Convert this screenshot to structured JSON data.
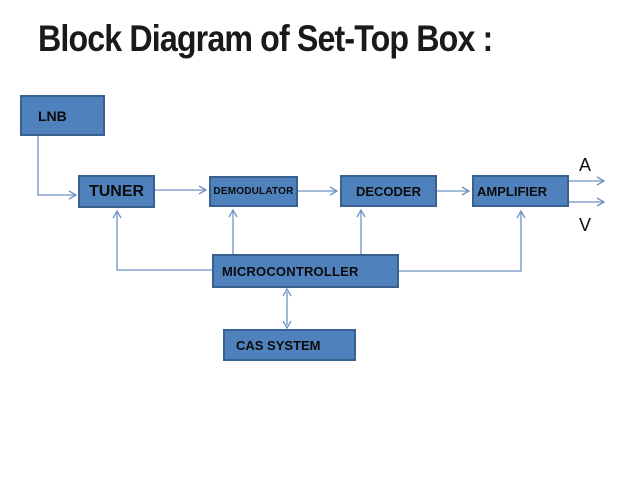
{
  "title": "Block Diagram of Set-Top Box :",
  "diagram": {
    "blocks": {
      "lnb": {
        "label": "LNB"
      },
      "tuner": {
        "label": "TUNER"
      },
      "demodulator": {
        "label": "DEMODULATOR"
      },
      "decoder": {
        "label": "DECODER"
      },
      "amplifier": {
        "label": "AMPLIFIER"
      },
      "microcontroller": {
        "label": "MICROCONTROLLER"
      },
      "cas_system": {
        "label": "CAS SYSTEM"
      }
    },
    "outputs": {
      "audio_label": "A",
      "video_label": "V"
    },
    "connections": [
      {
        "from": "lnb",
        "to": "tuner",
        "direction": "one-way"
      },
      {
        "from": "tuner",
        "to": "demodulator",
        "direction": "one-way"
      },
      {
        "from": "demodulator",
        "to": "decoder",
        "direction": "one-way"
      },
      {
        "from": "decoder",
        "to": "amplifier",
        "direction": "one-way"
      },
      {
        "from": "amplifier",
        "to": "audio-out",
        "direction": "one-way"
      },
      {
        "from": "amplifier",
        "to": "video-out",
        "direction": "one-way"
      },
      {
        "from": "microcontroller",
        "to": "tuner",
        "direction": "one-way"
      },
      {
        "from": "microcontroller",
        "to": "demodulator",
        "direction": "one-way"
      },
      {
        "from": "microcontroller",
        "to": "decoder",
        "direction": "one-way"
      },
      {
        "from": "microcontroller",
        "to": "amplifier",
        "direction": "one-way"
      },
      {
        "from": "microcontroller",
        "to": "cas_system",
        "direction": "two-way"
      }
    ]
  },
  "colors": {
    "block_fill": "#4f81bd",
    "block_border": "#38618f",
    "connector": "#6e92c3",
    "title_text": "#1a1a1a",
    "block_text": "#0b0b0b"
  }
}
